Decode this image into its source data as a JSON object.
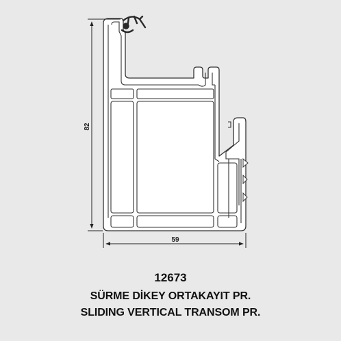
{
  "product": {
    "code": "12673",
    "name_tr": "SÜRME DİKEY ORTAKAYIT PR.",
    "name_en": "SLIDING VERTICAL TRANSOM PR."
  },
  "dimensions": {
    "height": "82",
    "width": "59"
  },
  "colors": {
    "background": "#e9e9e9",
    "profile_fill": "#ffffff",
    "profile_stroke": "#333333",
    "gasket": "#2a2a2a"
  }
}
